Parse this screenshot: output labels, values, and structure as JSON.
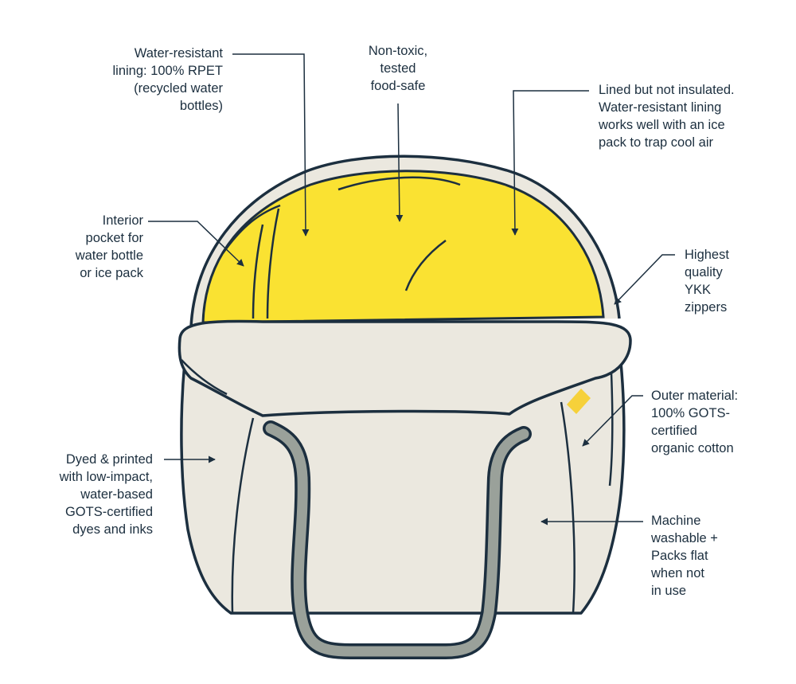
{
  "colors": {
    "ink": "#1c2f3f",
    "canvas": "#ebe8df",
    "lining": "#fae232",
    "handle": "#9aa19a",
    "tag": "#f6d13a"
  },
  "callouts": {
    "lining": [
      "Water-resistant",
      "lining: 100% RPET",
      "(recycled water",
      "bottles)"
    ],
    "nontoxic": [
      "Non-toxic,",
      "tested",
      "food-safe"
    ],
    "insulated": [
      "Lined but not insulated.",
      "Water-resistant lining",
      "works well with an ice",
      "pack to trap cool air"
    ],
    "pocket": [
      "Interior",
      "pocket for",
      "water bottle",
      "or ice pack"
    ],
    "zippers": [
      "Highest",
      "quality",
      "YKK",
      "zippers"
    ],
    "outer": [
      "Outer material:",
      "100% GOTS-",
      "certified",
      "organic cotton"
    ],
    "dyed": [
      "Dyed & printed",
      "with low-impact,",
      "water-based",
      "GOTS-certified",
      "dyes and inks"
    ],
    "washable": [
      "Machine",
      "washable +",
      "Packs flat",
      "when not",
      "in use"
    ]
  }
}
